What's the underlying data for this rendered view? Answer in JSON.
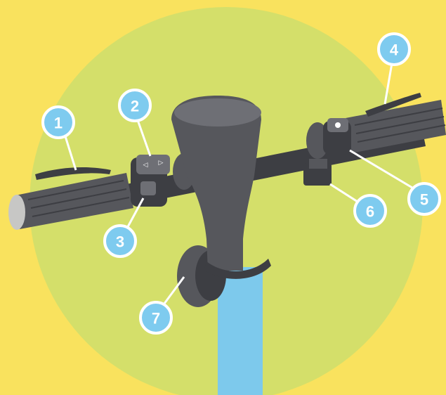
{
  "colors": {
    "background": "#f9e25e",
    "circle": "#d4df6a",
    "dark": "#3d3e43",
    "mid": "#56575c",
    "light": "#6e6f75",
    "pole": "#7dc9ec",
    "callout": "#7ecbef",
    "callout_ring": "#ffffff"
  },
  "callouts": [
    {
      "number": "1",
      "part": "left-brake-lever"
    },
    {
      "number": "2",
      "part": "turn-signal-buttons"
    },
    {
      "number": "3",
      "part": "mode-button"
    },
    {
      "number": "4",
      "part": "right-brake-lever"
    },
    {
      "number": "5",
      "part": "throttle-control"
    },
    {
      "number": "6",
      "part": "under-bar-module"
    },
    {
      "number": "7",
      "part": "bell"
    }
  ],
  "controls": {
    "left_arrow_icon": "◁",
    "right_arrow_icon": "▷"
  }
}
